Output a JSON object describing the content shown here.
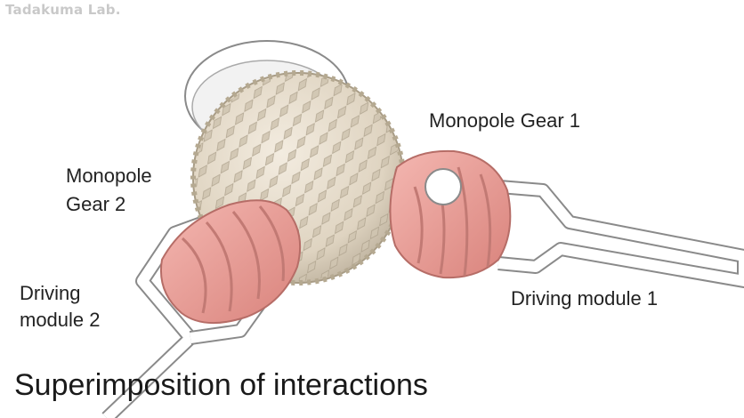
{
  "watermark": "Tadakuma Lab.",
  "labels": {
    "gear1": "Monopole Gear 1",
    "gear2_line1": "Monopole",
    "gear2_line2": "Gear 2",
    "module1": "Driving module 1",
    "module2_line1": "Driving",
    "module2_line2": "module 2"
  },
  "caption": "Superimposition of interactions",
  "colors": {
    "sphere": "#e6dccb",
    "gear": "#eda59f",
    "frame": "#ffffff",
    "outline": "#7a7a7a"
  }
}
